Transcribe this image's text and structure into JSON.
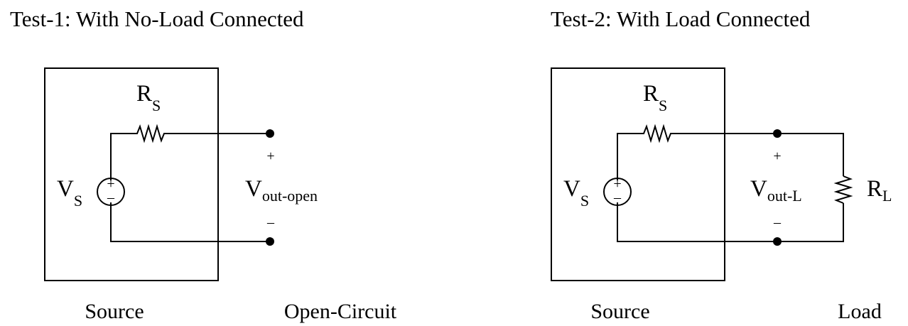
{
  "test1": {
    "title": "Test-1:  With No-Load Connected",
    "source_resistor": {
      "main": "R",
      "sub": "S"
    },
    "source_voltage": {
      "main": "V",
      "sub": "S"
    },
    "output_voltage": {
      "main": "V",
      "sub": "out-open"
    },
    "plus_sign": "+",
    "minus_sign": "–",
    "source_caption": "Source",
    "load_caption": "Open-Circuit",
    "source_symbol_plus": "+",
    "source_symbol_minus": "–"
  },
  "test2": {
    "title": "Test-2:  With Load Connected",
    "source_resistor": {
      "main": "R",
      "sub": "S"
    },
    "source_voltage": {
      "main": "V",
      "sub": "S"
    },
    "output_voltage": {
      "main": "V",
      "sub": "out-L"
    },
    "load_resistor": {
      "main": "R",
      "sub": "L"
    },
    "plus_sign": "+",
    "minus_sign": "–",
    "source_caption": "Source",
    "load_caption": "Load",
    "source_symbol_plus": "+",
    "source_symbol_minus": "–"
  }
}
